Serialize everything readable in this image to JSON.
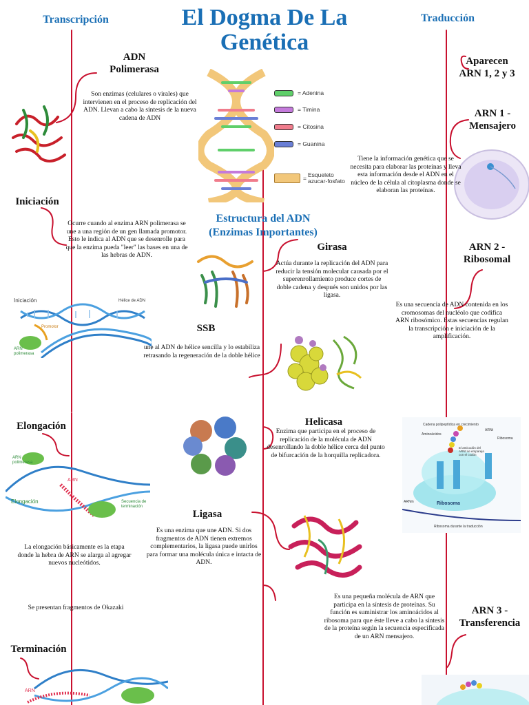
{
  "header": {
    "title": "El Dogma De La Genética",
    "left_heading": "Transcripción",
    "right_heading": "Traducción"
  },
  "legend": {
    "items": [
      {
        "label": "= Adenina",
        "color": "#5fcf6a"
      },
      {
        "label": "= Timina",
        "color": "#c47adb"
      },
      {
        "label": "= Citosina",
        "color": "#f07c8c"
      },
      {
        "label": "= Guanina",
        "color": "#6a7fd6"
      }
    ],
    "skeleton_label": "Esqueleto azucar-fosfato",
    "skeleton_equals": "="
  },
  "center": {
    "subtitle_line1": "Estructura del ADN",
    "subtitle_line2": "(Enzimas Importantes)"
  },
  "transcription": {
    "adn_polimerasa": {
      "title_line1": "ADN",
      "title_line2": "Polimerasa",
      "text": "Son enzimas (celulares o virales) que intervienen en el proceso de replicación del ADN. Llevan a cabo la síntesis de la nueva cadena de ADN"
    },
    "iniciacion": {
      "title": "Iniciación",
      "text": "Ocurre cuando al enzima ARN polimerasa se une a una región de un gen llamada promotor. Esto le indica al ADN que se desenrolle para que la enzima pueda \"leer\" las bases en una de las hebras de ADN.",
      "img_label_iniciacion": "Iniciación",
      "img_label_helice": "Hélice de ADN",
      "img_label_promotor": "Promotor",
      "img_label_arn_polimerasa": "ARN polimerasa"
    },
    "elongacion": {
      "title": "Elongación",
      "text": "La elongación básicamente es la etapa donde la hebra de ARN se alarga al agregar nuevos nucleótidos.",
      "note": "Se presentan fragmentos de Okazaki",
      "img_label_arn_polimerasa": "ARN polimerasa",
      "img_label_arn": "ARN",
      "img_label_elongacion": "Elongación",
      "img_label_secuencia": "Secuencia de terminación"
    },
    "terminacion": {
      "title": "Terminación",
      "img_label_arn": "ARN"
    }
  },
  "enzymes": {
    "girasa": {
      "title": "Girasa",
      "text": "Actúa durante la replicación del ADN para reducir la tensión molecular causada por el superenrollamiento produce cortes de doble cadena y después son unidos por las ligasa."
    },
    "ssb": {
      "title": "SSB",
      "text": "une al ADN de hélice sencilla y lo estabiliza retrasando la regeneración de la doble hélice"
    },
    "helicasa": {
      "title": "Helicasa",
      "text": "Enzima que participa en el proceso de replicación de la molécula de ADN desenrollando la doble hélice cerca del punto de bifurcación de la horquilla replicadora."
    },
    "ligasa": {
      "title": "Ligasa",
      "text": "Es una enzima que une ADN. Si dos fragmentos de ADN tienen extremos complementarios, la ligasa puede unirlos para formar una molécula única e intacta de ADN."
    }
  },
  "translation": {
    "aparecen": {
      "line1": "Aparecen",
      "line2": "ARN 1, 2 y 3"
    },
    "arn1": {
      "title_line1": "ARN 1 -",
      "title_line2": "Mensajero",
      "text": "Tiene la información genética que se necesita para elaborar las proteínas y lleva esta información desde el ADN en el núcleo de la célula al citoplasma donde se elaboran las proteínas."
    },
    "arn2": {
      "title_line1": "ARN 2 -",
      "title_line2": "Ribosomal",
      "text": "Es una secuencia de ADN contenida en los cromosomas del nucléolo que codifica ARN ribosómico. Estas secuencias regulan la transcripción e iniciación de la amplificación.",
      "img_label_cadena": "Cadena polipeptídica en crecimiento",
      "img_label_aminoacidos": "Aminoácidos",
      "img_label_arnt": "ARNt",
      "img_label_ribosoma_small": "Ribosoma",
      "img_label_anticodon": "El anticodón del ARNt se empareja con el codón",
      "img_label_arnm": "ARNm",
      "img_label_ribosoma": "Ribosoma",
      "img_label_caption": "Ribosoma durante la traducción"
    },
    "arn3": {
      "title_line1": "ARN 3 -",
      "title_line2": "Transferencia",
      "text": "Es una pequeña molécula de ARN que participa en la síntesis de proteínas. Su función es suministrar los aminoácidos al ribosoma para que éste lleve a cabo la síntesis de la proteína según la secuencia especificada de un ARN mensajero."
    }
  },
  "colors": {
    "accent_blue": "#1a6fb5",
    "line_red": "#c8102e"
  }
}
